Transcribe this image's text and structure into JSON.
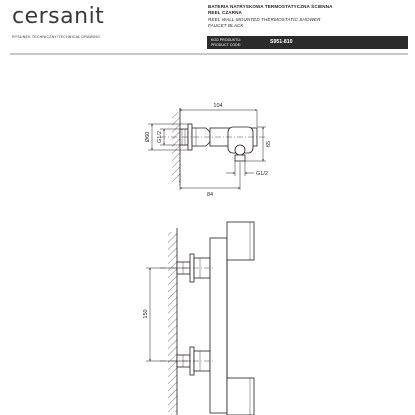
{
  "brand": "cersanit",
  "subtitle": "RYSUNEK TECHNICZNY/TECHNICAL DRAWING",
  "product": {
    "name_pl_1": "BATERIA NATRYSKOWA TERMOSTATYCZNA ŚCIENNA",
    "name_pl_2": "REEL CZARNA",
    "name_en_1": "REEL WALL MOUNTED THERMOSTATIC SHOWER",
    "name_en_2": "FAUCET BLACK",
    "code_label_pl": "KOD PRODUKTU:",
    "code_label_en": "PRODUCT CODE:",
    "code": "S951-810"
  },
  "dimensions": {
    "top_width": "104",
    "diameter": "Ø60",
    "pipe_left": "G1/2",
    "height_right": "65",
    "pipe_bottom": "G1/2",
    "depth": "84",
    "spacing": "150"
  },
  "colors": {
    "line": "#231f20",
    "code_bar": "#2b2b2b"
  }
}
